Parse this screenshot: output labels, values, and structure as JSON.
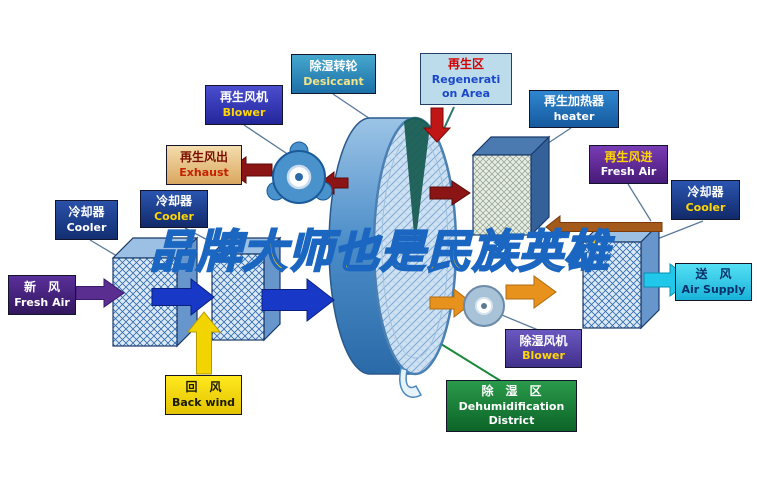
{
  "watermark": "品牌大师也是民族英雄",
  "labels": {
    "desiccant": {
      "zh": "除湿转轮",
      "en": "Desiccant"
    },
    "regen_area": {
      "zh": "再生区",
      "en1": "Regenerati",
      "en2": "on Area"
    },
    "regen_blower": {
      "zh": "再生风机",
      "en": "Blower"
    },
    "regen_heater": {
      "zh": "再生加热器",
      "en": "heater"
    },
    "exhaust": {
      "zh": "再生风出",
      "en": "Exhaust"
    },
    "cooler_left_inner": {
      "zh": "冷却器",
      "en": "Cooler"
    },
    "cooler_left_outer": {
      "zh": "冷却器",
      "en": "Cooler"
    },
    "regen_fresh_air": {
      "zh": "再生风进",
      "en": "Fresh Air"
    },
    "cooler_right": {
      "zh": "冷却器",
      "en": "Cooler"
    },
    "fresh_air": {
      "zh": "新　风",
      "en": "Fresh Air"
    },
    "air_supply": {
      "zh": "送　风",
      "en": "Air Supply"
    },
    "back_wind": {
      "zh": "回　风",
      "en": "Back wind"
    },
    "dehumid_blower": {
      "zh": "除湿风机",
      "en": "Blower"
    },
    "dehumid_area": {
      "zh": "除　湿　区",
      "en1": "Dehumidification",
      "en2": "District"
    }
  },
  "colors": {
    "arrow_fresh_air": "#5a2d91",
    "arrow_process_air": "#1838c8",
    "arrow_return_air": "#f2d400",
    "arrow_dry_air": "#e8921e",
    "arrow_supply_air": "#22c8ea",
    "arrow_regen_hot": "#8b1515",
    "arrow_regen_in": "#a35a1a",
    "wheel_blue": "#4a8cc8",
    "watermark_fill": "#fdc514",
    "watermark_stroke": "#1a66c0"
  }
}
